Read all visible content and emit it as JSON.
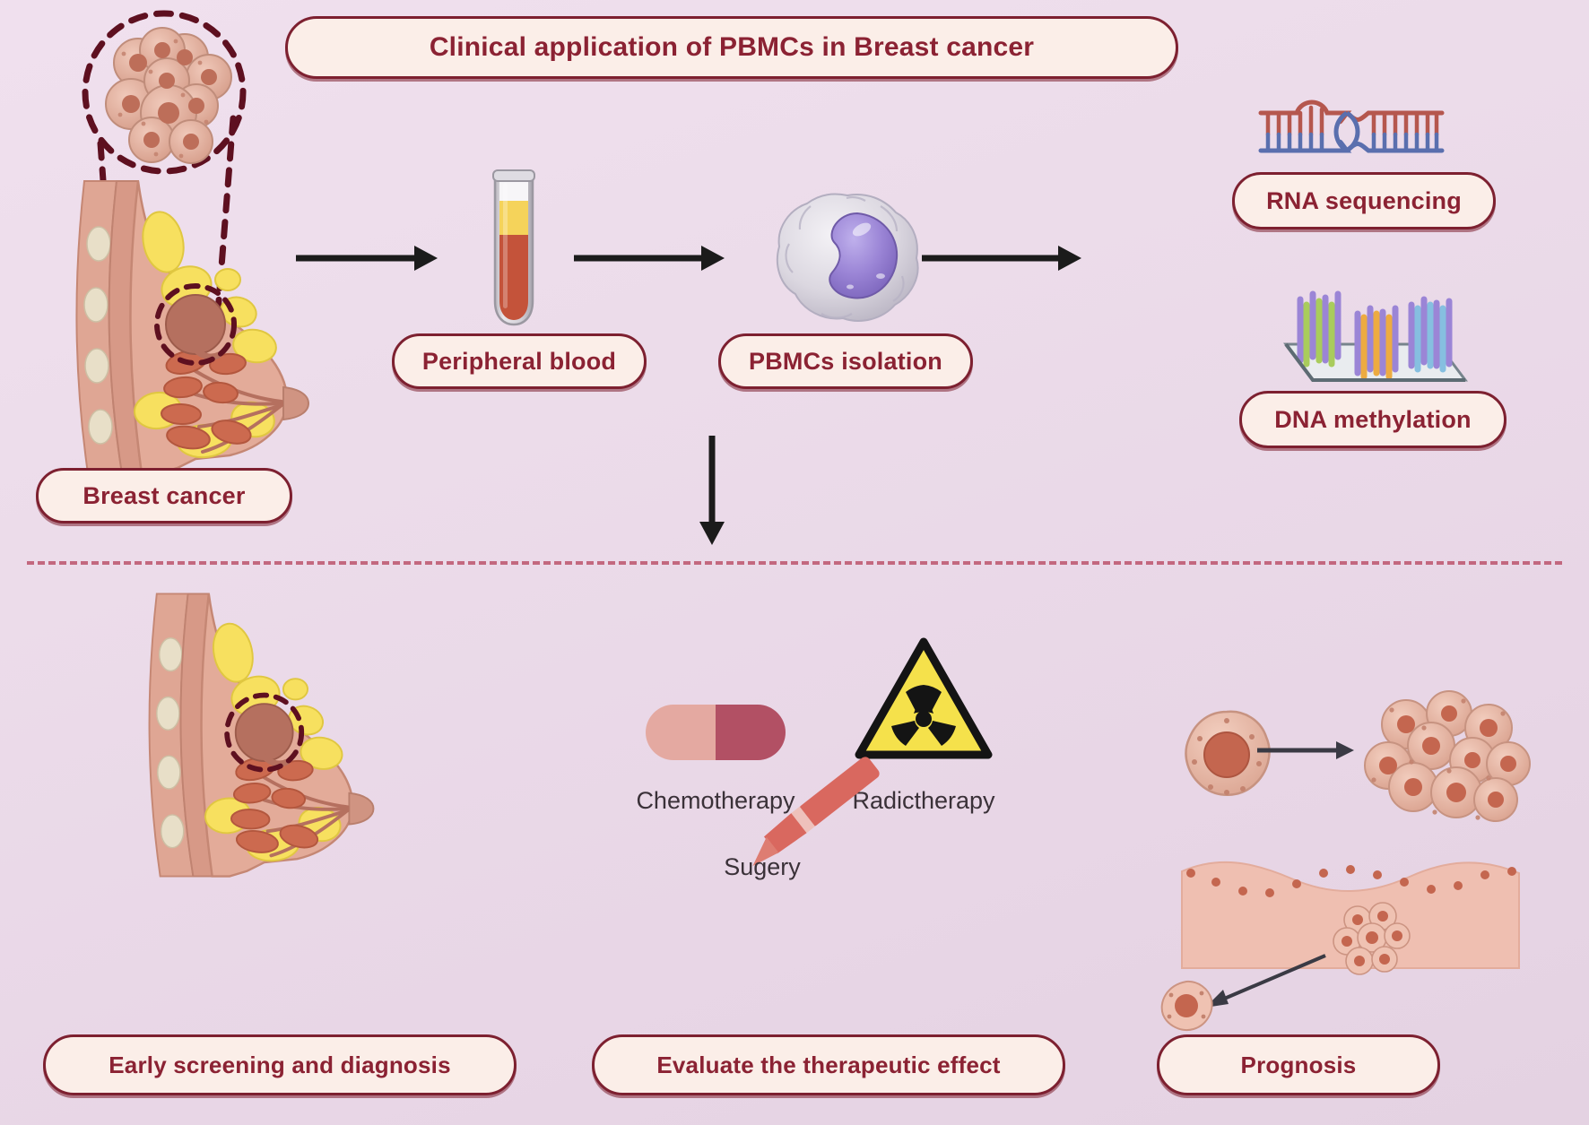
{
  "figure": {
    "title": "Clinical application of PBMCs in Breast cancer",
    "background_top": "#f0e0ee",
    "background_bottom": "#e4d2e2",
    "pill_fill": "#fbeee8",
    "pill_border": "#7d2030",
    "pill_text_color": "#8b2233",
    "divider_color": "#c1627a",
    "arrow_color": "#1b1b1b"
  },
  "workflow": {
    "steps": [
      {
        "id": "breast-cancer",
        "label": "Breast cancer",
        "icon": "breast-anatomy-icon"
      },
      {
        "id": "peripheral-blood",
        "label": "Peripheral blood",
        "icon": "blood-collection-tube-icon"
      },
      {
        "id": "pbmcs-isolation",
        "label": "PBMCs isolation",
        "icon": "pbmc-cell-icon"
      }
    ],
    "assays": [
      {
        "id": "rna-sequencing",
        "label": "RNA sequencing",
        "icon": "rna-strand-icon"
      },
      {
        "id": "dna-methylation",
        "label": "DNA methylation",
        "icon": "methylation-array-chip-icon"
      }
    ],
    "tumor_cluster_label": "tumor-cell-cluster"
  },
  "applications": {
    "items": [
      {
        "id": "early-screening",
        "label": "Early screening and diagnosis"
      },
      {
        "id": "evaluate-effect",
        "label": "Evaluate the therapeutic effect"
      },
      {
        "id": "prognosis",
        "label": "Prognosis"
      }
    ],
    "treatments": [
      {
        "id": "chemotherapy",
        "label": "Chemotherapy",
        "icon": "pill-capsule-icon"
      },
      {
        "id": "radictherapy",
        "label": "Radictherapy",
        "icon": "radiation-hazard-icon"
      },
      {
        "id": "sugery",
        "label": "Sugery",
        "icon": "scalpel-icon"
      }
    ]
  },
  "colors": {
    "tissue_pink": "#dba091",
    "fat_yellow": "#f7e05f",
    "lobule_red": "#cc6a4f",
    "tumor_brown": "#b5705f",
    "blood_red": "#c4533a",
    "plasma_yellow": "#f5d35a",
    "nucleus_purple": "#9b85d6",
    "radiation_yellow": "#f5e14b",
    "chemo_light": "#e4a9a1",
    "chemo_dark": "#b25064",
    "scalpel_red": "#d9685f"
  }
}
